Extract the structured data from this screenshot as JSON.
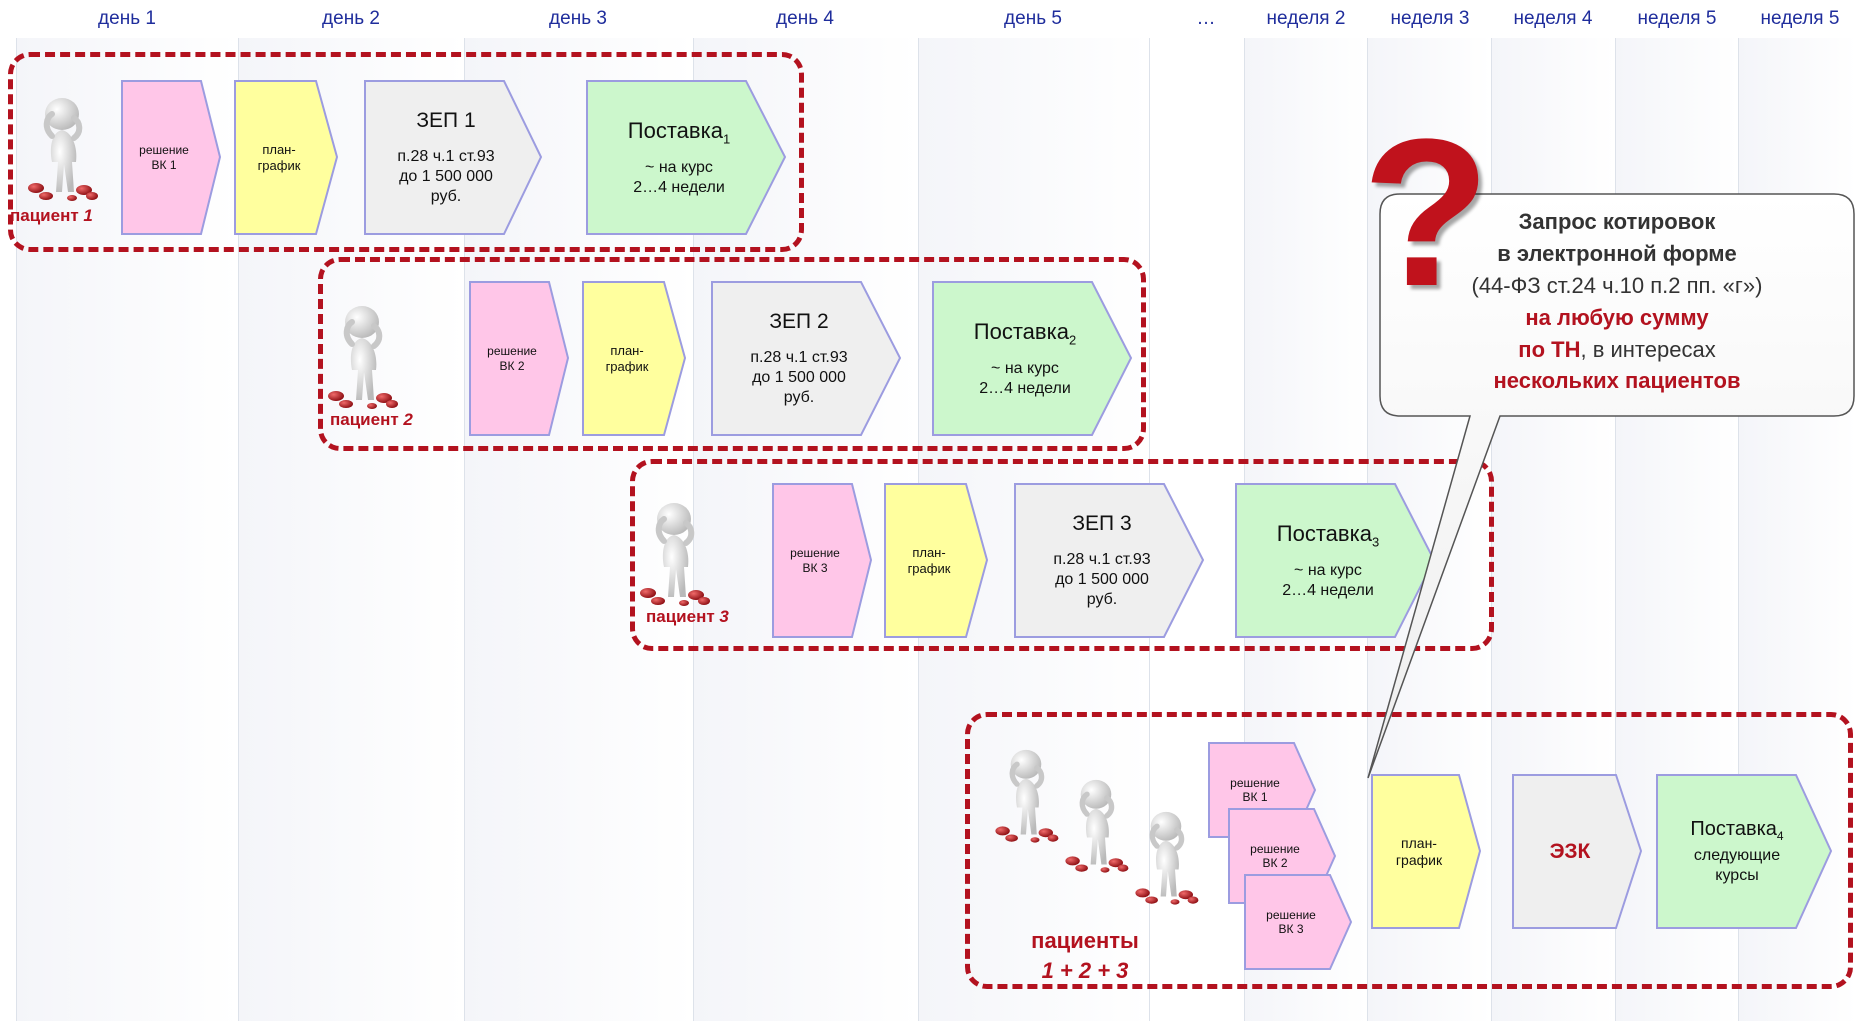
{
  "columns": {
    "day1": "день 1",
    "day2": "день 2",
    "day3": "день 3",
    "day4": "день 4",
    "day5": "день 5",
    "ellipsis": "…",
    "week2": "неделя 2",
    "week3": "неделя 3",
    "week4": "неделя 4",
    "week5a": "неделя 5",
    "week5b": "неделя 5"
  },
  "rows": [
    {
      "patient_label": "пациент ",
      "patient_num": "1",
      "decision": "решение ВК 1",
      "plan": "план-график",
      "zep_title": "ЗЕП 1",
      "zep_text_1": "п.28 ч.1 ст.93",
      "zep_text_2": "до 1 500 000",
      "zep_text_3": "руб.",
      "supply_title": "Поставка",
      "supply_sub": "1",
      "supply_text_1": "~ на курс",
      "supply_text_2": "2…4 недели"
    },
    {
      "patient_label": "пациент ",
      "patient_num": "2",
      "decision": "решение ВК 2",
      "plan": "план-график",
      "zep_title": "ЗЕП 2",
      "zep_text_1": "п.28 ч.1 ст.93",
      "zep_text_2": "до 1 500 000",
      "zep_text_3": "руб.",
      "supply_title": "Поставка",
      "supply_sub": "2",
      "supply_text_1": "~ на курс",
      "supply_text_2": "2…4 недели"
    },
    {
      "patient_label": "пациент ",
      "patient_num": "3",
      "decision": "решение ВК 3",
      "plan": "план-график",
      "zep_title": "ЗЕП 3",
      "zep_text_1": "п.28 ч.1 ст.93",
      "zep_text_2": "до 1 500 000",
      "zep_text_3": "руб.",
      "supply_title": "Поставка",
      "supply_sub": "3",
      "supply_text_1": "~ на курс",
      "supply_text_2": "2…4 недели"
    }
  ],
  "combined": {
    "patients_label": "пациенты",
    "patients_sum": "1 + 2 + 3",
    "decision1": "решение ВК 1",
    "decision2": "решение ВК 2",
    "decision3": "решение ВК 3",
    "plan": "план-график",
    "ezk": "ЭЗК",
    "supply_title": "Поставка",
    "supply_sub": "4",
    "supply_text_1": "следующие",
    "supply_text_2": "курсы"
  },
  "callout": {
    "question_mark": "?",
    "line1": "Запрос котировок",
    "line2": "в электронной форме",
    "line3": "(44-ФЗ ст.24 ч.10 п.2 пп. «г»)",
    "line4": "на любую сумму",
    "line5_bold": "по ТН",
    "line5_rest": ", в интересах",
    "line6": "нескольких пациентов"
  },
  "colors": {
    "pink": "#ffc6e8",
    "yellow": "#ffff9e",
    "gray": "#efefef",
    "green": "#ccf7cc",
    "outline": "#9c9ce0",
    "dash": "#b3121f",
    "header": "#1f2d9c"
  }
}
